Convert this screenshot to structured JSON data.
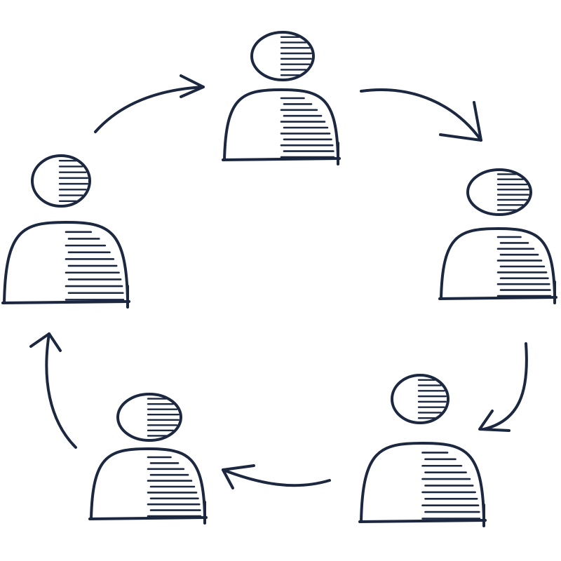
{
  "diagram": {
    "style": "hand-drawn sketch",
    "ink_color": "#1c2740",
    "background": "#ffffff",
    "people": [
      {
        "id": "top",
        "icon": "person-icon"
      },
      {
        "id": "right",
        "icon": "person-icon"
      },
      {
        "id": "bottom-right",
        "icon": "person-icon"
      },
      {
        "id": "bottom-left",
        "icon": "person-icon"
      },
      {
        "id": "left",
        "icon": "person-icon"
      }
    ],
    "arrows": [
      {
        "from": "left",
        "to": "top",
        "icon": "arrow-icon"
      },
      {
        "from": "top",
        "to": "right",
        "icon": "arrow-icon"
      },
      {
        "from": "right",
        "to": "bottom-right",
        "icon": "arrow-icon"
      },
      {
        "from": "bottom-right",
        "to": "bottom-left",
        "icon": "arrow-icon"
      },
      {
        "from": "bottom-left",
        "to": "left",
        "icon": "arrow-icon"
      }
    ],
    "flow": "clockwise cycle"
  }
}
